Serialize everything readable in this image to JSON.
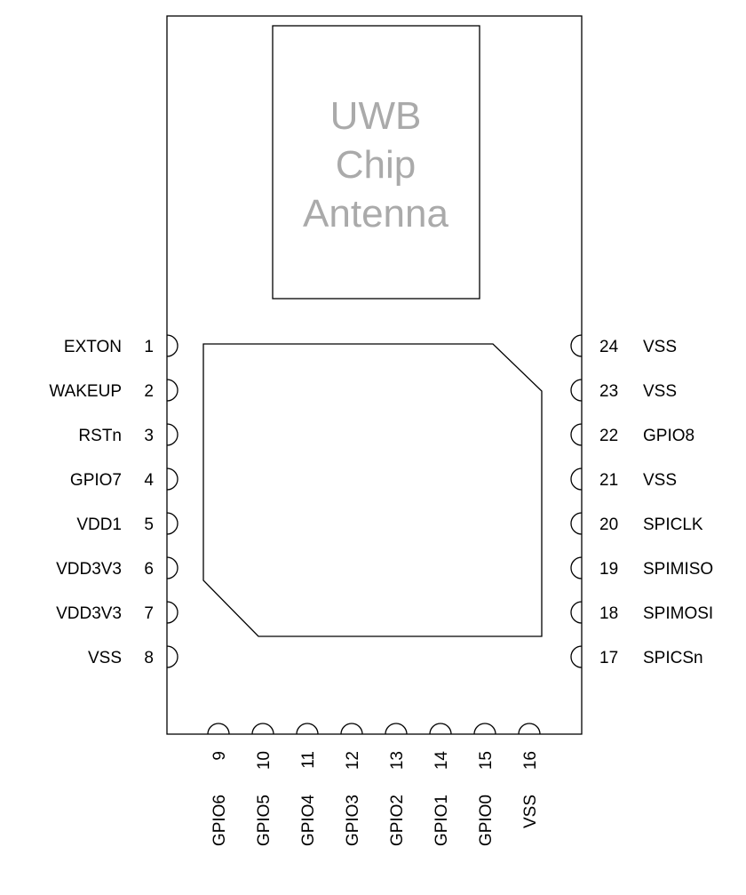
{
  "antenna": {
    "lines": [
      "UWB",
      "Chip",
      "Antenna"
    ],
    "text_color": "#aaaaaa"
  },
  "pins": {
    "left": [
      {
        "number": "1",
        "name": "EXTON"
      },
      {
        "number": "2",
        "name": "WAKEUP"
      },
      {
        "number": "3",
        "name": "RSTn"
      },
      {
        "number": "4",
        "name": "GPIO7"
      },
      {
        "number": "5",
        "name": "VDD1"
      },
      {
        "number": "6",
        "name": "VDD3V3"
      },
      {
        "number": "7",
        "name": "VDD3V3"
      },
      {
        "number": "8",
        "name": "VSS"
      }
    ],
    "bottom": [
      {
        "number": "9",
        "name": "GPIO6"
      },
      {
        "number": "10",
        "name": "GPIO5"
      },
      {
        "number": "11",
        "name": "GPIO4"
      },
      {
        "number": "12",
        "name": "GPIO3"
      },
      {
        "number": "13",
        "name": "GPIO2"
      },
      {
        "number": "14",
        "name": "GPIO1"
      },
      {
        "number": "15",
        "name": "GPIO0"
      },
      {
        "number": "16",
        "name": "VSS"
      }
    ],
    "right": [
      {
        "number": "24",
        "name": "VSS"
      },
      {
        "number": "23",
        "name": "VSS"
      },
      {
        "number": "22",
        "name": "GPIO8"
      },
      {
        "number": "21",
        "name": "VSS"
      },
      {
        "number": "20",
        "name": "SPICLK"
      },
      {
        "number": "19",
        "name": "SPIMISO"
      },
      {
        "number": "18",
        "name": "SPIMOSI"
      },
      {
        "number": "17",
        "name": "SPICSn"
      }
    ]
  }
}
